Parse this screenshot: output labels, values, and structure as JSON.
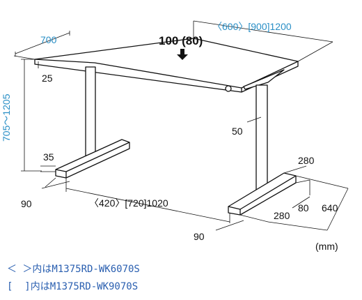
{
  "labels": {
    "depth": "700",
    "width_options": "〈600〉[900]1200",
    "load": "100 (80)",
    "top_thickness": "25",
    "height_range": "705～1205",
    "column_width": "50",
    "foot_height": "35",
    "foot_width_left": "90",
    "leg_spacing": "〈420〉[720]1020",
    "foot_depth_upper": "280",
    "foot_inner": "80",
    "foot_depth_lower": "280",
    "foot_total": "640",
    "foot_width_bottom": "90",
    "unit": "(mm)"
  },
  "notes": [
    "＜ ＞内はM1375RD-WK6070S",
    "[  ]内はM1375RD-WK9070S"
  ],
  "colors": {
    "line": "#111111",
    "dimension_blue": "#2a8fc6",
    "note_blue": "#2a5fb0"
  }
}
